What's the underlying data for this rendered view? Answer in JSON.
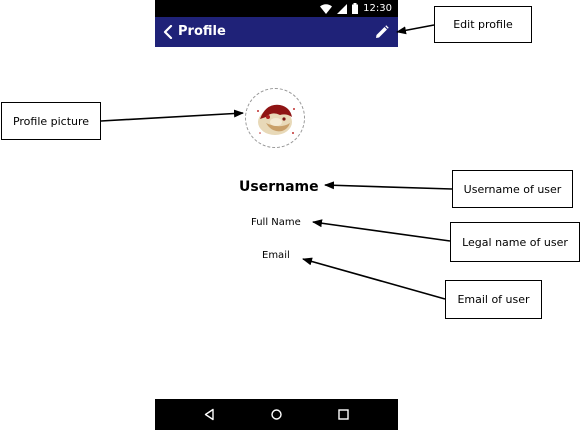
{
  "status_bar": {
    "time": "12:30"
  },
  "app_bar": {
    "title": "Profile"
  },
  "profile": {
    "username": "Username",
    "full_name": "Full Name",
    "email": "Email"
  },
  "annotations": {
    "edit_profile": "Edit profile",
    "profile_picture": "Profile picture",
    "username_of_user": "Username of user",
    "legal_name_of_user": "Legal name of user",
    "email_of_user": "Email of user"
  },
  "colors": {
    "app_bar": "#1f2278",
    "status_bar": "#000000",
    "nav_bar": "#000000"
  },
  "icons": {
    "status": [
      "wifi-icon",
      "signal-icon",
      "battery-icon"
    ],
    "app_bar": [
      "back-arrow-icon",
      "edit-pencil-icon"
    ],
    "nav_bar": [
      "back-triangle-icon",
      "home-circle-icon",
      "recents-square-icon"
    ]
  }
}
